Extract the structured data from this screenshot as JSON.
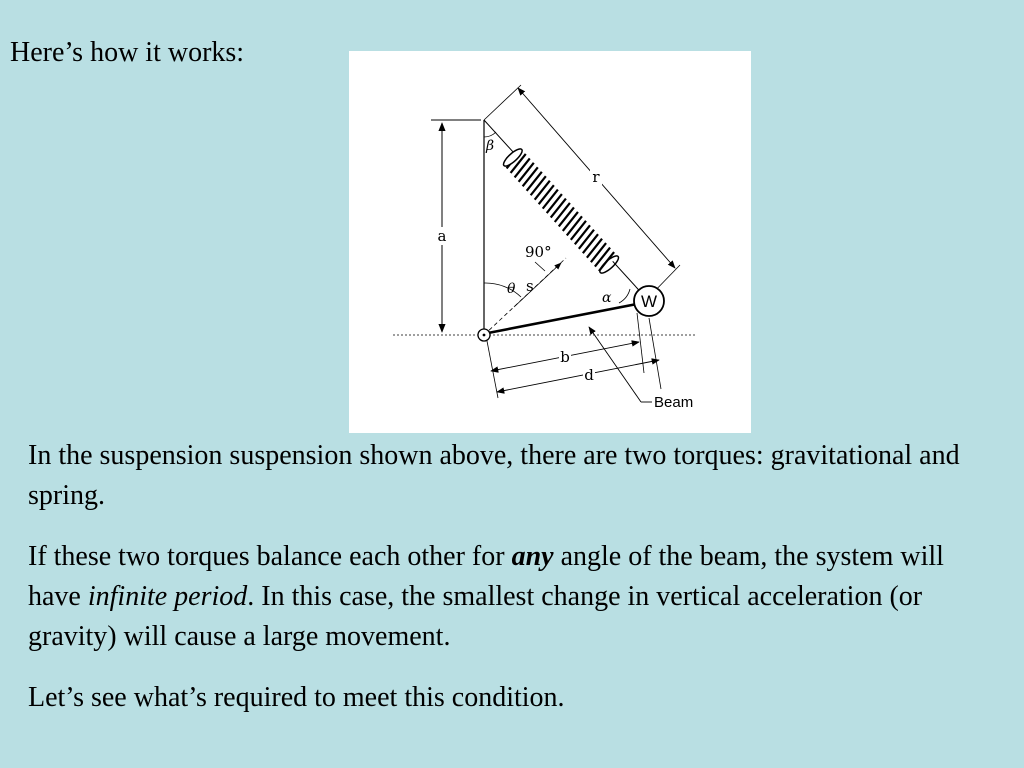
{
  "heading": "Here’s how it works:",
  "diagram": {
    "label_a": "a",
    "label_r": "r",
    "label_s": "s",
    "label_b": "b",
    "label_d": "d",
    "label_beta": "β",
    "label_theta": "θ",
    "label_alpha": "α",
    "label_90": "90°",
    "label_w": "W",
    "label_beam": "Beam"
  },
  "paragraphs": {
    "p1": "In the suspension suspension shown above, there are two torques: gravitational and spring.",
    "p2_part1": "If these two torques balance each other for ",
    "p2_any": "any",
    "p2_part2": " angle of the beam, the system will have ",
    "p2_infinite": "infinite period",
    "p2_part3": ". In this case, the smallest change in vertical acceleration (or gravity) will cause a large movement.",
    "p3": "Let’s see what’s required to meet this condition."
  }
}
